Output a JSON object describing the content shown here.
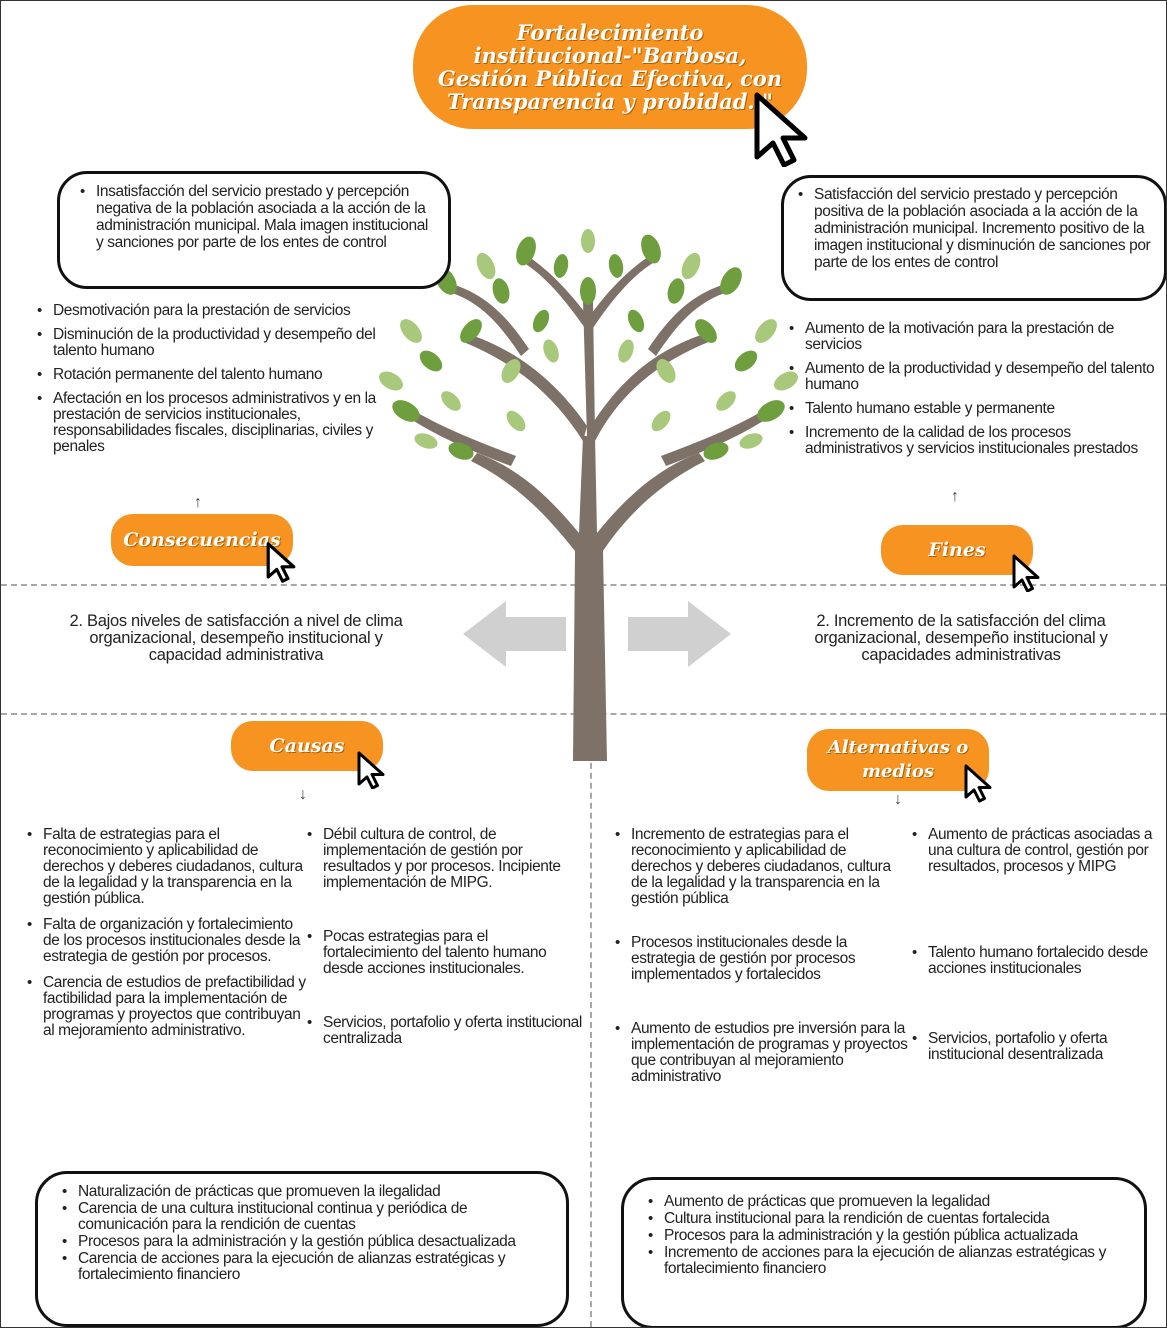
{
  "title": "Fortalecimiento institucional-\"Barbosa, Gestión Pública Efectiva, con Transparencia y probidad..\"",
  "colors": {
    "accent": "#f79320",
    "leaf_dark": "#6f9e3e",
    "leaf_light": "#a8c97b",
    "trunk": "#7d7168"
  },
  "left_top_box": "Insatisfacción del servicio prestado y percepción negativa de la población asociada a la acción de la administración municipal. Mala imagen institucional y sanciones por parte de los entes de control",
  "right_top_box": "Satisfacción del servicio prestado y percepción positiva de la población asociada a la acción de la administración municipal. Incremento positivo de la imagen institucional y disminución de sanciones por parte de los entes de control",
  "consecuencias": {
    "label": "Consecuencias",
    "items": [
      "Desmotivación para la prestación de servicios",
      "Disminución de la productividad y desempeño del talento humano",
      "Rotación permanente del talento humano",
      "Afectación en los procesos administrativos y en la prestación de servicios institucionales, responsabilidades fiscales, disciplinarias, civiles y penales"
    ]
  },
  "fines": {
    "label": "Fines",
    "items": [
      "Aumento de la motivación para la prestación de servicios",
      "Aumento de la productividad y desempeño del talento humano",
      "Talento humano estable y permanente",
      "Incremento de la calidad de los procesos administrativos y servicios institucionales prestados"
    ]
  },
  "problem": "2. Bajos niveles de satisfacción a nivel de clima organizacional, desempeño institucional y capacidad administrativa",
  "objective": "2. Incremento de la satisfacción del clima organizacional, desempeño institucional y capacidades administrativas",
  "causas": {
    "label": "Causas",
    "col1": [
      "Falta de estrategias para el reconocimiento y aplicabilidad de derechos y deberes ciudadanos, cultura de la legalidad y la transparencia en la gestión pública.",
      "Falta de organización y fortalecimiento de los procesos institucionales desde la estrategia de gestión por procesos.",
      "Carencia de estudios de prefactibilidad y factibilidad para la implementación de programas y proyectos que contribuyan al mejoramiento administrativo."
    ],
    "col2": [
      "Débil cultura de control, de implementación de gestión por resultados y por procesos. Incipiente implementación de MIPG.",
      "Pocas estrategias para el fortalecimiento del talento humano desde acciones institucionales.",
      "Servicios, portafolio y oferta institucional centralizada"
    ],
    "box": [
      "Naturalización de prácticas que promueven la ilegalidad",
      "Carencia de una cultura institucional continua y periódica de comunicación para la rendición de cuentas",
      "Procesos para la administración y la gestión pública desactualizada",
      "Carencia de acciones para la ejecución de alianzas estratégicas y fortalecimiento financiero"
    ]
  },
  "alternativas": {
    "label": "Alternativas o medios",
    "col1": [
      "Incremento de estrategias para el reconocimiento y aplicabilidad de derechos y deberes ciudadanos, cultura de la legalidad y la transparencia en la gestión pública",
      "Procesos institucionales desde la estrategia de gestión por procesos implementados y fortalecidos",
      "Aumento de estudios pre inversión para la implementación de programas y proyectos que contribuyan al mejoramiento administrativo"
    ],
    "col2": [
      "Aumento de prácticas asociadas a una cultura de control, gestión por resultados, procesos y MIPG",
      "Talento humano fortalecido desde acciones institucionales",
      "Servicios, portafolio y oferta institucional desentralizada"
    ],
    "box": [
      "Aumento de prácticas que promueven la legalidad",
      "Cultura institucional para la rendición de cuentas fortalecida",
      "Procesos para la administración y la gestión pública actualizada",
      "Incremento de acciones para la ejecución de alianzas estratégicas y fortalecimiento financiero"
    ]
  }
}
